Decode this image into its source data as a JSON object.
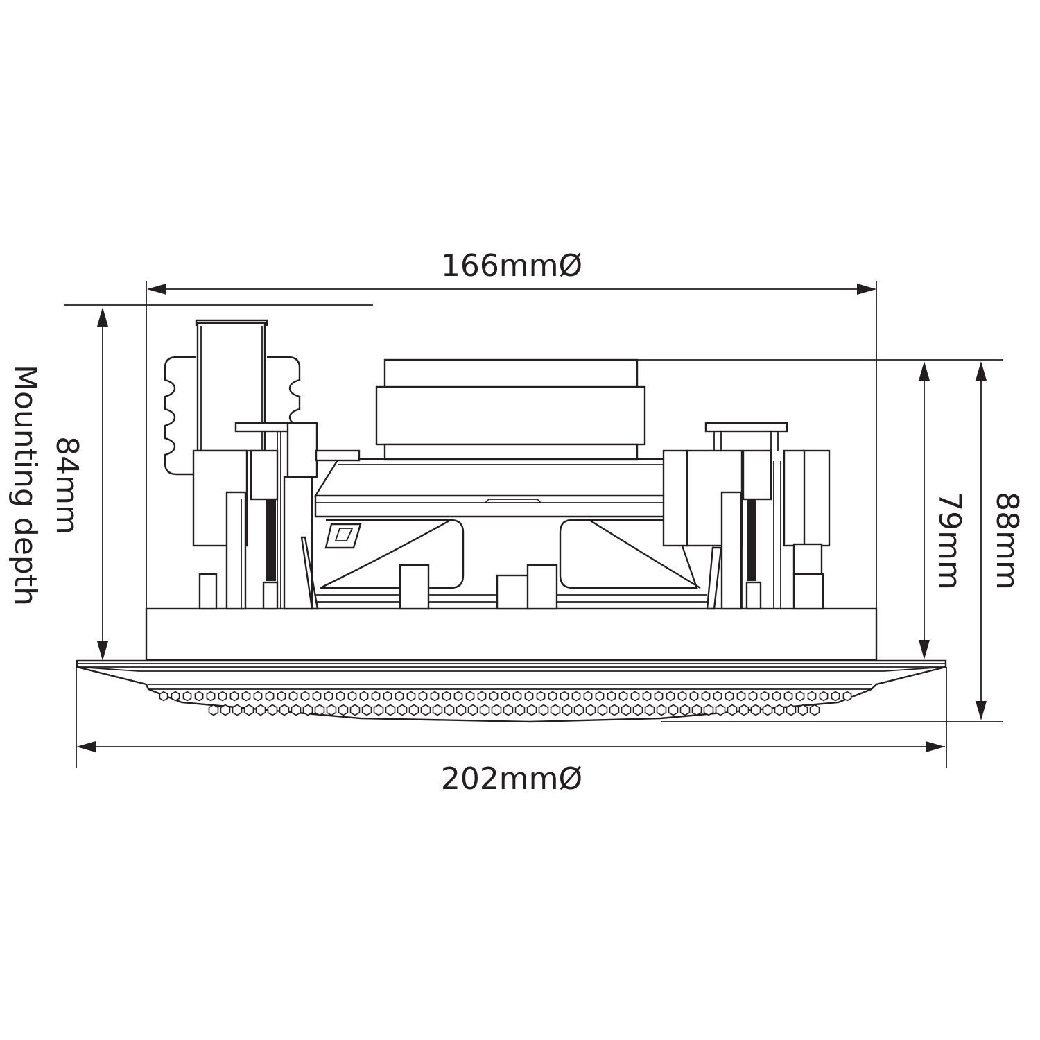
{
  "diagram": {
    "colors": {
      "line": "#231f20",
      "background": "#ffffff"
    },
    "dimensions": {
      "top_width": "166mmØ",
      "bottom_width": "202mmØ",
      "mounting_depth_value": "84mm",
      "mounting_depth_label": "Mounting depth",
      "inner_height": "79mm",
      "total_height": "88mm"
    }
  }
}
